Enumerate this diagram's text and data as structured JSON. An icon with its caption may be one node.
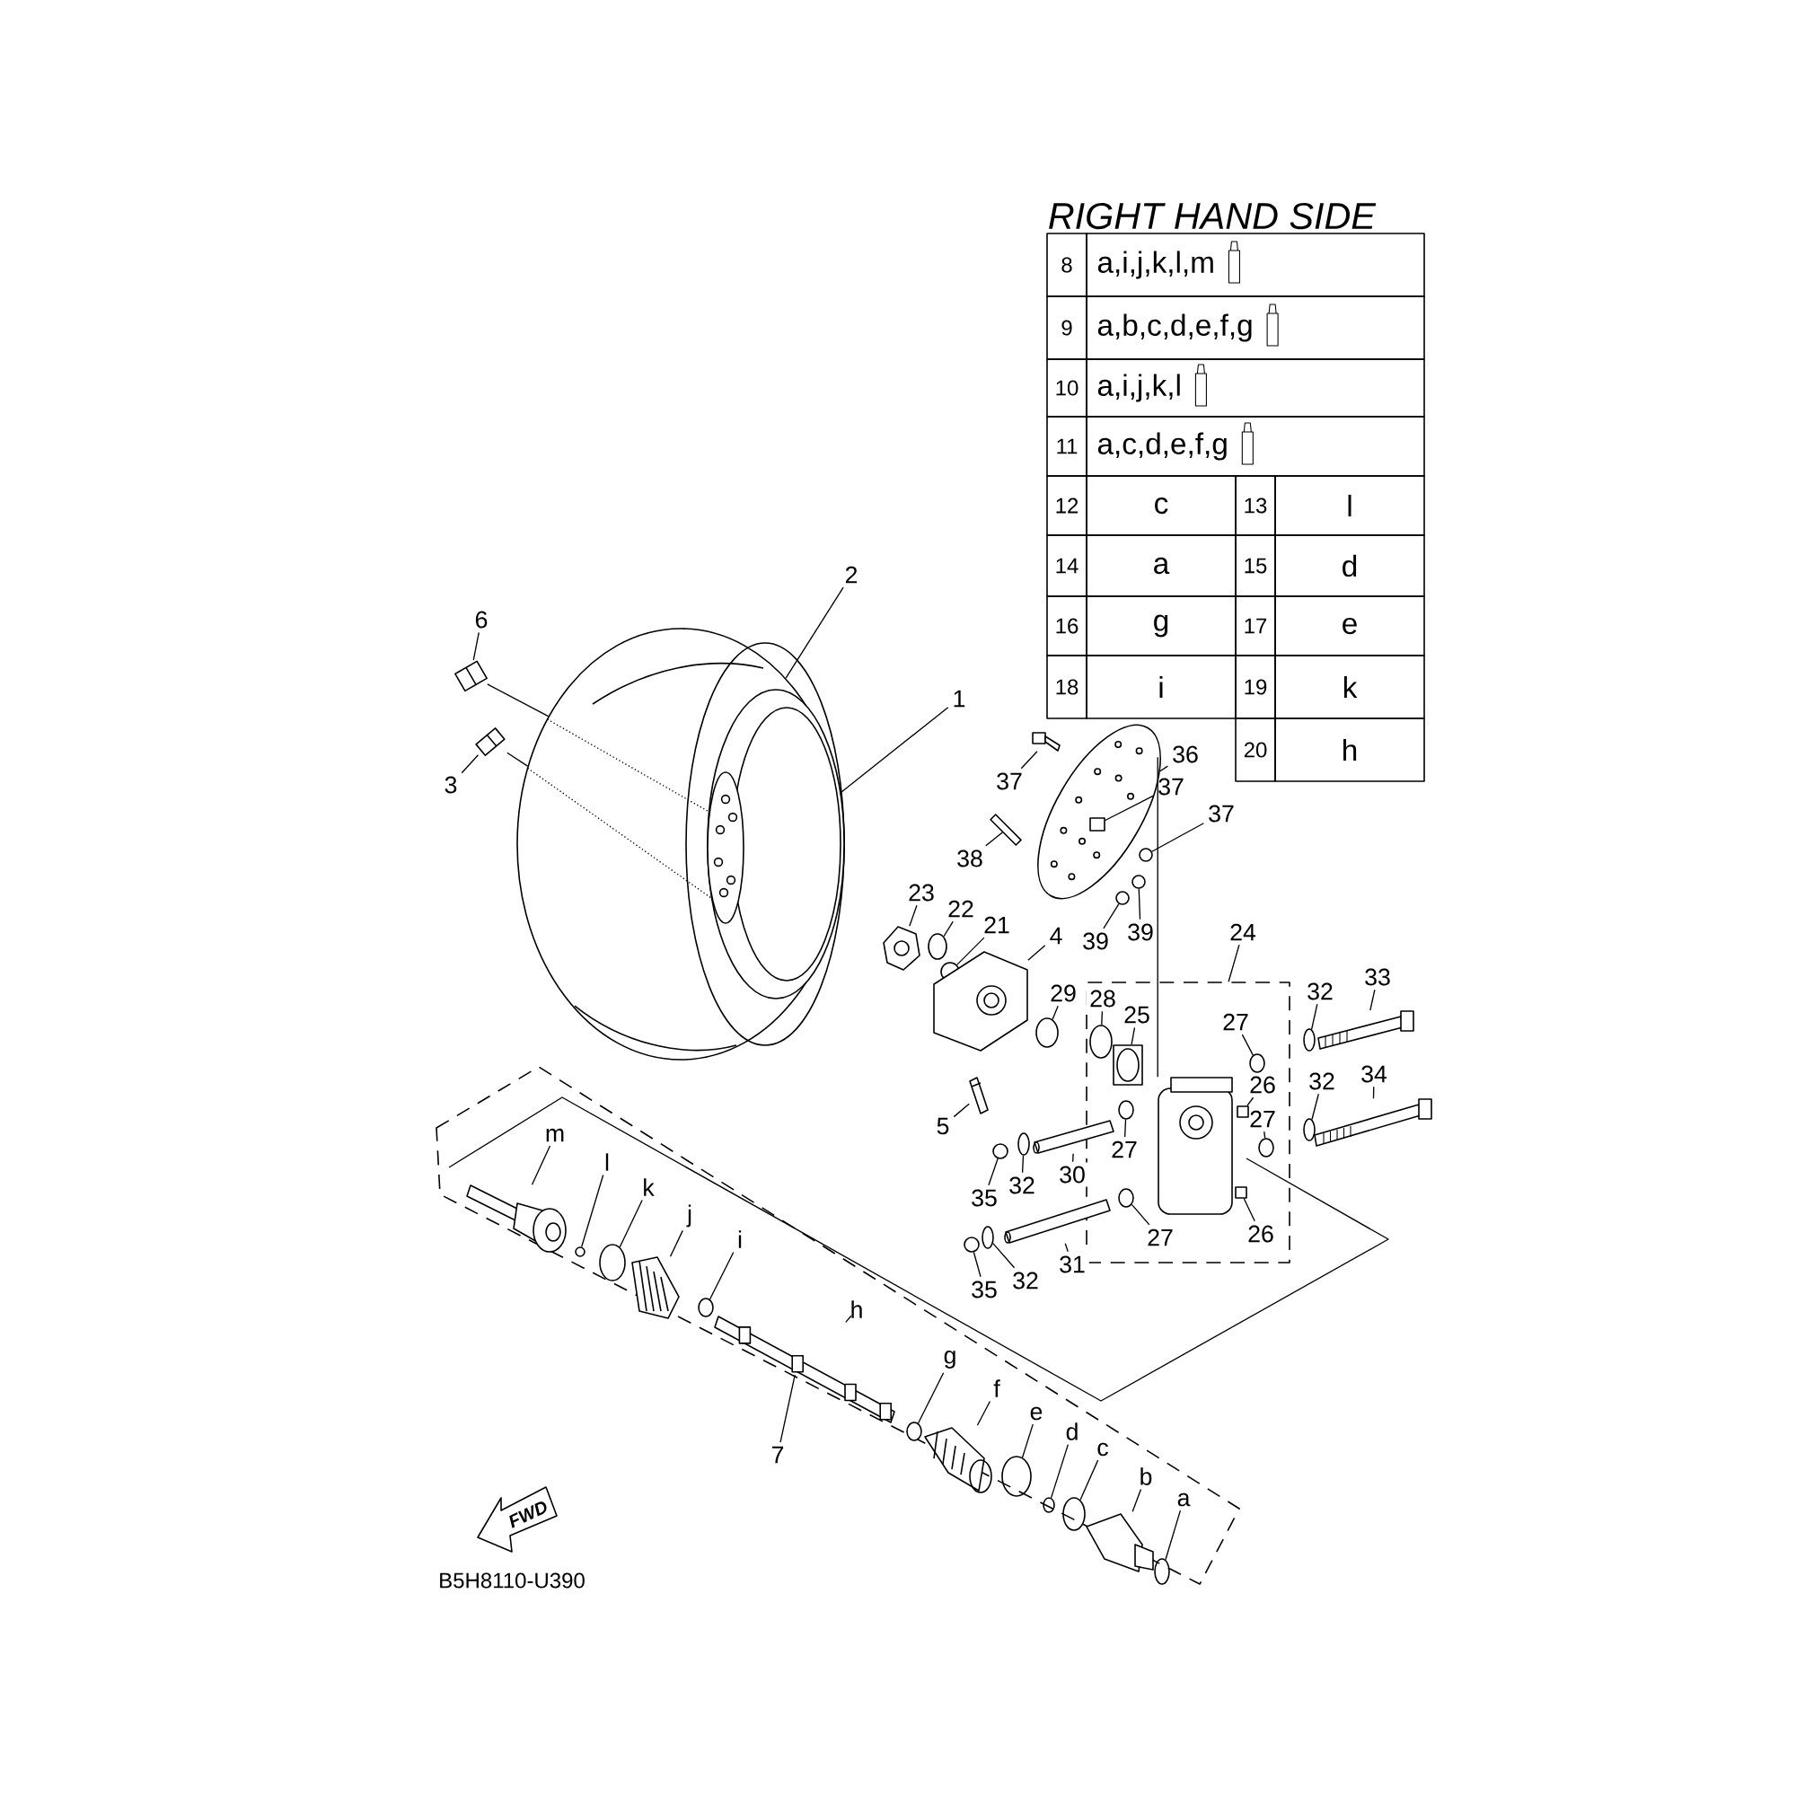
{
  "diagram": {
    "title": "RIGHT HAND SIDE",
    "nodes": [
      {
        "text": [],
        "shape": "box"
      },
      {
        "text": [],
        "shape": "box"
      },
      {
        "text": [
          "2"
        ]
      },
      {
        "text": [
          "6"
        ]
      },
      {
        "text": [
          "1"
        ]
      },
      {
        "text": [
          "3"
        ]
      },
      {
        "text": [
          "36"
        ]
      },
      {
        "text": [
          "37"
        ]
      },
      {
        "text": [
          "37"
        ]
      },
      {
        "text": [
          "37"
        ]
      },
      {
        "text": [
          "38"
        ]
      },
      {
        "text": [
          "23"
        ]
      },
      {
        "text": [
          "22"
        ]
      },
      {
        "text": [
          "21"
        ]
      },
      {
        "text": [
          "24"
        ]
      },
      {
        "text": [
          "39"
        ]
      },
      {
        "text": [
          "39"
        ]
      },
      {
        "text": [
          "4"
        ]
      },
      {
        "text": [
          "33"
        ]
      },
      {
        "text": [
          "32"
        ]
      },
      {
        "text": [
          "29"
        ]
      },
      {
        "text": [
          "28"
        ],
        "in": 1
      },
      {
        "text": [
          "27"
        ],
        "in": 1
      },
      {
        "text": [
          "25"
        ],
        "in": 1
      },
      {
        "text": [
          "32"
        ]
      },
      {
        "text": [
          "34"
        ]
      },
      {
        "text": [
          "26"
        ],
        "in": 1
      },
      {
        "text": [
          "27"
        ],
        "in": 1
      },
      {
        "text": [
          "5"
        ]
      },
      {
        "text": [
          "m"
        ],
        "in": 0
      },
      {
        "text": [
          "27"
        ],
        "in": 1
      },
      {
        "text": [
          "l"
        ],
        "in": 0
      },
      {
        "text": [
          "30"
        ]
      },
      {
        "text": [
          "32"
        ]
      },
      {
        "text": [
          "35"
        ]
      },
      {
        "text": [
          "k"
        ],
        "in": 0
      },
      {
        "text": [
          "j"
        ],
        "in": 0
      },
      {
        "text": [
          "26"
        ],
        "in": 1
      },
      {
        "text": [
          "27"
        ],
        "in": 1
      },
      {
        "text": [
          "i"
        ],
        "in": 0
      },
      {
        "text": [
          "31"
        ]
      },
      {
        "text": [
          "32"
        ]
      },
      {
        "text": [
          "35"
        ]
      },
      {
        "text": [
          "h"
        ],
        "in": 0
      },
      {
        "text": [
          "g"
        ],
        "in": 0
      },
      {
        "text": [
          "f"
        ],
        "in": 0
      },
      {
        "text": [
          "e"
        ],
        "in": 0
      },
      {
        "text": [
          "d"
        ],
        "in": 0
      },
      {
        "text": [
          "c"
        ],
        "in": 0
      },
      {
        "text": [
          "7"
        ]
      },
      {
        "text": [
          "b"
        ],
        "in": 0
      },
      {
        "text": [
          "a"
        ],
        "in": 0
      },
      {
        "text": [],
        "shape": "picture"
      },
      {
        "text": [],
        "shape": "picture"
      },
      {
        "text": [],
        "shape": "picture",
        "in": 52
      },
      {
        "text": [],
        "shape": "picture"
      },
      {
        "text": [],
        "shape": "picture"
      },
      {
        "text": [],
        "shape": "picture"
      },
      {
        "text": [],
        "shape": "box",
        "in": 56
      },
      {
        "text": [],
        "shape": "circle"
      },
      {
        "text": [],
        "shape": "box"
      },
      {
        "text": [],
        "shape": "picture"
      },
      {
        "text": [],
        "shape": "circle"
      },
      {
        "text": [],
        "shape": "circle"
      },
      {
        "text": [],
        "shape": "circle"
      },
      {
        "text": [],
        "shape": "circle"
      },
      {
        "text": [],
        "shape": "picture"
      },
      {
        "text": [],
        "shape": "picture"
      },
      {
        "text": [],
        "shape": "circle"
      },
      {
        "text": [],
        "shape": "circle"
      },
      {
        "text": [],
        "shape": "circle",
        "in": 1
      },
      {
        "text": [],
        "shape": "circle",
        "in": 1
      },
      {
        "text": [],
        "shape": "picture",
        "in": 1
      },
      {
        "text": [],
        "shape": "circle"
      },
      {
        "text": [],
        "shape": "picture"
      },
      {
        "text": [],
        "shape": "box",
        "in": 1
      },
      {
        "text": [],
        "shape": "circle",
        "in": 1
      },
      {
        "text": [],
        "shape": "picture"
      },
      {
        "text": [],
        "shape": "picture",
        "in": 0
      },
      {
        "text": [],
        "shape": "circle",
        "in": 1
      },
      {
        "text": [],
        "shape": "circle",
        "in": 0
      },
      {
        "text": [],
        "shape": "picture"
      },
      {
        "text": [],
        "shape": "circle"
      },
      {
        "text": [],
        "shape": "circle"
      },
      {
        "text": [],
        "shape": "circle",
        "in": 0
      },
      {
        "text": [],
        "shape": "picture",
        "in": 0
      },
      {
        "text": [],
        "shape": "box",
        "in": 1
      },
      {
        "text": [],
        "shape": "circle",
        "in": 1
      },
      {
        "text": [],
        "shape": "circle",
        "in": 0
      },
      {
        "text": [],
        "shape": "picture"
      },
      {
        "text": [],
        "shape": "circle"
      },
      {
        "text": [],
        "shape": "circle"
      },
      {
        "text": [],
        "shape": "picture",
        "in": 0
      },
      {
        "text": [],
        "shape": "circle",
        "in": 0
      },
      {
        "text": [],
        "shape": "picture",
        "in": 0
      },
      {
        "text": [],
        "shape": "circle",
        "in": 0
      },
      {
        "text": [],
        "shape": "circle",
        "in": 0
      },
      {
        "text": [],
        "shape": "circle",
        "in": 0
      },
      {
        "text": [],
        "shape": "picture",
        "in": 0
      },
      {
        "text": [],
        "shape": "circle",
        "in": 0
      },
      {
        "text": [],
        "shape": "picture",
        "in": 1
      }
    ],
    "edges": [
      {
        "from": 2,
        "to": 52,
        "arrow": "none"
      },
      {
        "from": 3,
        "to": 53,
        "arrow": "none"
      },
      {
        "from": 4,
        "to": 54,
        "arrow": "none"
      },
      {
        "from": 5,
        "to": 55,
        "arrow": "none"
      },
      {
        "from": 6,
        "to": 56,
        "arrow": "none"
      },
      {
        "from": 7,
        "to": 57,
        "arrow": "none"
      },
      {
        "from": 8,
        "to": 58,
        "arrow": "none"
      },
      {
        "from": 9,
        "to": 59,
        "arrow": "none"
      },
      {
        "from": 10,
        "to": 60,
        "arrow": "none"
      },
      {
        "from": 11,
        "to": 61,
        "arrow": "none"
      },
      {
        "from": 12,
        "to": 62,
        "arrow": "none"
      },
      {
        "from": 13,
        "to": 63,
        "arrow": "none"
      },
      {
        "from": 14,
        "to": 1,
        "arrow": "none"
      },
      {
        "from": 15,
        "to": 64,
        "arrow": "none"
      },
      {
        "from": 16,
        "to": 65,
        "arrow": "none"
      },
      {
        "from": 17,
        "to": 66,
        "arrow": "none"
      },
      {
        "from": 18,
        "to": 67,
        "arrow": "none"
      },
      {
        "from": 19,
        "to": 68,
        "arrow": "none"
      },
      {
        "from": 20,
        "to": 69,
        "arrow": "none"
      },
      {
        "from": 21,
        "to": 70,
        "arrow": "none"
      },
      {
        "from": 22,
        "to": 71,
        "arrow": "none"
      },
      {
        "from": 23,
        "to": 72,
        "arrow": "none"
      },
      {
        "from": 24,
        "to": 73,
        "arrow": "none"
      },
      {
        "from": 25,
        "to": 74,
        "arrow": "none"
      },
      {
        "from": 26,
        "to": 75,
        "arrow": "none"
      },
      {
        "from": 27,
        "to": 76,
        "arrow": "none"
      },
      {
        "from": 28,
        "to": 77,
        "arrow": "none"
      },
      {
        "from": 29,
        "to": 78,
        "arrow": "none"
      },
      {
        "from": 30,
        "to": 79,
        "arrow": "none"
      },
      {
        "from": 31,
        "to": 80,
        "arrow": "none"
      },
      {
        "from": 32,
        "to": 81,
        "arrow": "none"
      },
      {
        "from": 33,
        "to": 82,
        "arrow": "none"
      },
      {
        "from": 34,
        "to": 83,
        "arrow": "none"
      },
      {
        "from": 35,
        "to": 84,
        "arrow": "none"
      },
      {
        "from": 36,
        "to": 85,
        "arrow": "none"
      },
      {
        "from": 37,
        "to": 86,
        "arrow": "none"
      },
      {
        "from": 38,
        "to": 87,
        "arrow": "none"
      },
      {
        "from": 39,
        "to": 88,
        "arrow": "none"
      },
      {
        "from": 40,
        "to": 89,
        "arrow": "none"
      },
      {
        "from": 41,
        "to": 90,
        "arrow": "none"
      },
      {
        "from": 42,
        "to": 91,
        "arrow": "none"
      },
      {
        "from": 43,
        "to": 92,
        "arrow": "none"
      },
      {
        "from": 44,
        "to": 93,
        "arrow": "none"
      },
      {
        "from": 45,
        "to": 94,
        "arrow": "none"
      },
      {
        "from": 46,
        "to": 95,
        "arrow": "none"
      },
      {
        "from": 47,
        "to": 96,
        "arrow": "none"
      },
      {
        "from": 48,
        "to": 97,
        "arrow": "none"
      },
      {
        "from": 49,
        "to": 0,
        "arrow": "none"
      },
      {
        "from": 50,
        "to": 98,
        "arrow": "none"
      },
      {
        "from": 51,
        "to": 99,
        "arrow": "none"
      },
      {
        "from": 53,
        "to": 52,
        "arrow": "none"
      },
      {
        "from": 55,
        "to": 52,
        "arrow": "none"
      },
      {
        "from": 56,
        "to": 100,
        "arrow": "none"
      }
    ],
    "labels": [
      "8",
      "a,i,j,k,l,m",
      "9",
      "a,b,c,d,e,f,g",
      "10",
      "a,i,j,k,l",
      "11",
      "a,c,d,e,f,g",
      "12",
      "c",
      "13",
      "l",
      "14",
      "a",
      "15",
      "d",
      "16",
      "g",
      "17",
      "e",
      "18",
      "i",
      "19",
      "k",
      "20",
      "h",
      "FWD",
      "B5H8110-U390"
    ]
  }
}
